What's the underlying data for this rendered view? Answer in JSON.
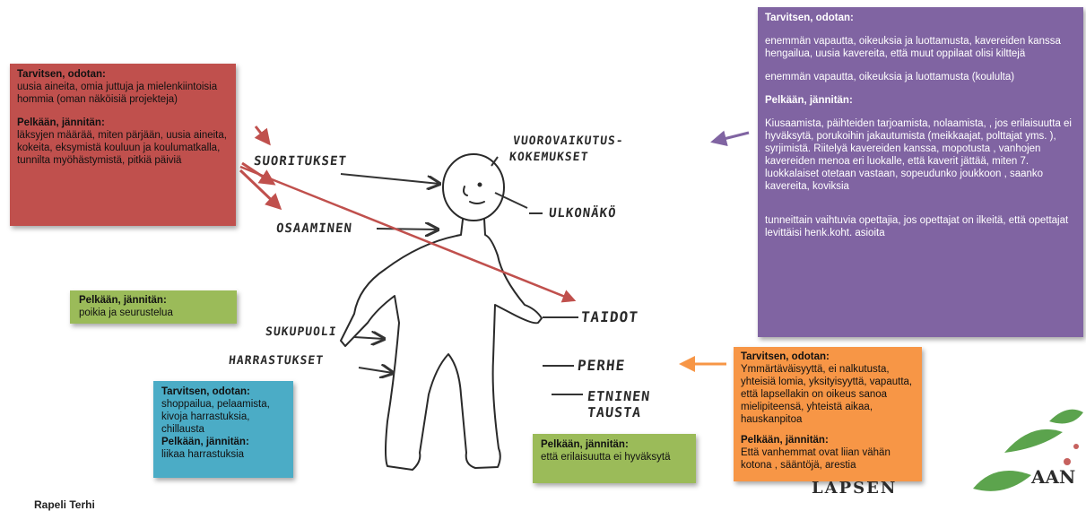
{
  "figure": {
    "labels": {
      "suoritukset": "SUORITUKSET",
      "vuorovaikutus": "VUOROVAIKUTUS-",
      "kokemukset": "KOKEMUKSET",
      "ulkonako": "ULKONÄKÖ",
      "osaaminen": "OSAAMINEN",
      "taidot": "TAIDOT",
      "sukupuoli": "SUKUPUOLI",
      "harrastukset": "HARRASTUKSET",
      "perhe": "PERHE",
      "etninen": "ETNINEN",
      "tausta": "TAUSTA"
    }
  },
  "boxes": {
    "red": {
      "heading1": "Tarvitsen, odotan:",
      "text1": "uusia aineita, omia juttuja ja mielenkiintoisia hommia (oman näköisiä projekteja)",
      "heading2": "Pelkään, jännitän:",
      "text2": "läksyjen määrää, miten pärjään, uusia aineita, kokeita, eksymistä kouluun ja koulumatkalla, tunnilta myöhästymistä, pitkiä päiviä"
    },
    "purple": {
      "heading1": "Tarvitsen, odotan:",
      "text1a": "enemmän vapautta, oikeuksia ja luottamusta, kavereiden kanssa hengailua, uusia kavereita, että muut oppilaat olisi kilttejä",
      "text1b": "enemmän vapautta, oikeuksia ja luottamusta (koululta)",
      "heading2": "Pelkään, jännitän:",
      "text2a": "Kiusaamista, päihteiden tarjoamista, nolaamista, , jos erilaisuutta ei hyväksytä, porukoihin jakautumista (meikkaajat, polttajat yms. ), syrjimistä. Riitelyä kavereiden kanssa, mopotusta , vanhojen kavereiden menoa eri luokalle, että kaverit jättää, miten 7. luokkalaiset otetaan vastaan, sopeudunko joukkoon , saanko kavereita, koviksia",
      "text2b": "tunneittain vaihtuvia opettajia, jos opettajat  on ilkeitä, että opettajat levittäisi henk.koht. asioita"
    },
    "green1": {
      "heading": "Pelkään, jännitän:",
      "text": "poikia ja seurustelua"
    },
    "teal": {
      "heading1": "Tarvitsen, odotan:",
      "text1": "shoppailua, pelaamista, kivoja harrastuksia, chillausta",
      "heading2": "Pelkään, jännitän:",
      "text2": "liikaa harrastuksia"
    },
    "green2": {
      "heading": "Pelkään, jännitän:",
      "text": "että erilaisuutta ei hyväksytä"
    },
    "orange": {
      "heading1": "Tarvitsen, odotan:",
      "text1": "Ymmärtäväisyyttä, ei nalkutusta, yhteisiä lomia, yksityisyyttä, vapautta, että lapsellakin on oikeus sanoa mielipiteensä, yhteistä aikaa, hauskanpitoa",
      "heading2": "Pelkään, jännitän:",
      "text2": "Että vanhemmat ovat liian vähän kotona , sääntöjä, arestia"
    }
  },
  "logo": {
    "word": "LAPSEN",
    "letters": "AAN"
  },
  "credit": "Rapeli Terhi",
  "colors": {
    "red": "#c0504d",
    "purple": "#8064a2",
    "green": "#9bbb59",
    "teal": "#4bacc6",
    "orange": "#f79646",
    "arrow_red": "#c0504d",
    "arrow_purple": "#8064a2"
  }
}
